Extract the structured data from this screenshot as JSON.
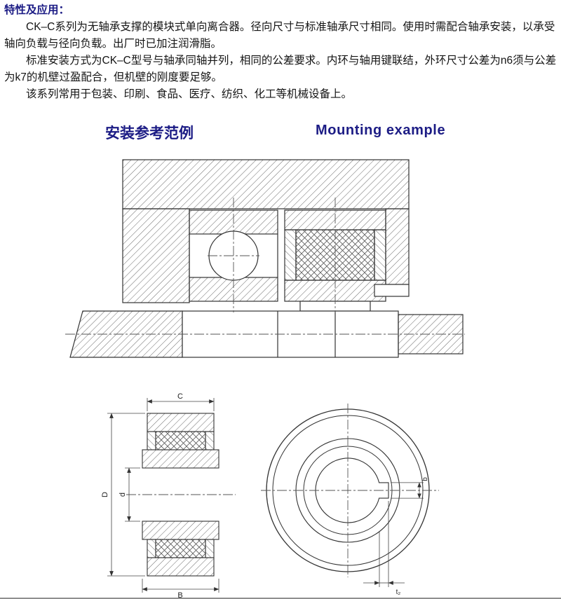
{
  "intro": {
    "heading": "特性及应用：",
    "para1": "CK–C系列为无轴承支撑的模块式单向离合器。径向尺寸与标准轴承尺寸相同。使用时需配合轴承安装，以承受轴向负载与径向负载。出厂时已加注润滑脂。",
    "para2": "标准安装方式为CK–C型号与轴承同轴并列，相同的公差要求。内环与轴用键联结，外环尺寸公差为n6须与公差为k7的机壁过盈配合，但机壁的刚度要足够。",
    "para3": "该系列常用于包装、印刷、食品、医疗、纺织、化工等机械设备上。"
  },
  "section": {
    "title_zh": "安装参考范例",
    "title_en": "Mounting example"
  },
  "dimensions": {
    "c": "C",
    "d_outer": "D",
    "d_bore": "d",
    "b_width": "B",
    "b_key": "b",
    "t2": "t₂"
  },
  "colors": {
    "heading_navy": "#1c1c85",
    "body_text": "#141414",
    "drawing_line": "#333333"
  }
}
